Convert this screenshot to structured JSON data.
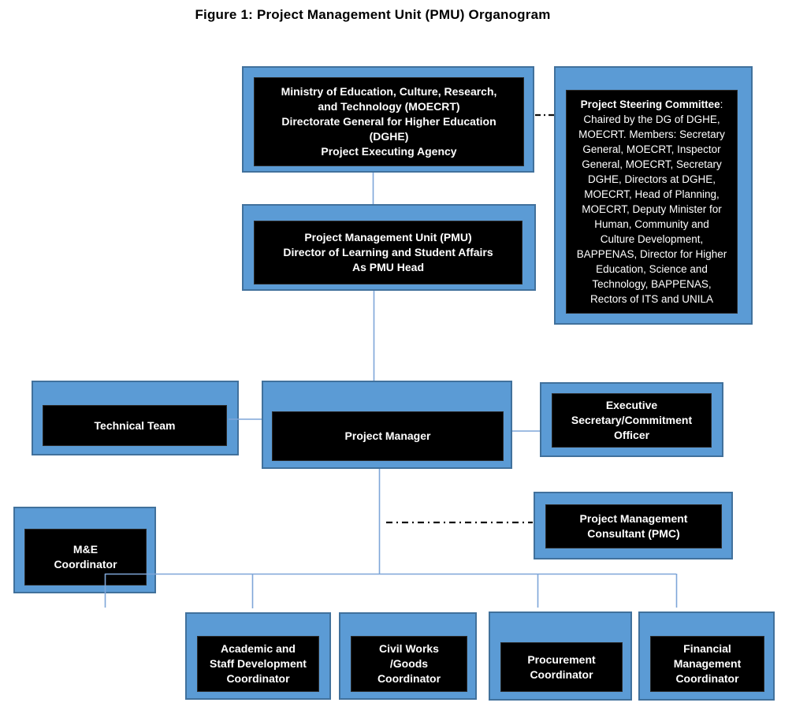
{
  "title": "Figure 1: Project Management Unit (PMU) Organogram",
  "colors": {
    "frame_fill": "#5b9bd5",
    "frame_border": "#41719c",
    "node_fill": "#000000",
    "node_text": "#ffffff",
    "connector": "#7ea6d8",
    "dash_connector": "#111111"
  },
  "nodes": {
    "moecrt": {
      "label": "Ministry of Education, Culture, Research,\nand Technology (MOECRT)\nDirectorate General for Higher Education\n(DGHE)\nProject Executing Agency"
    },
    "steering": {
      "title": "Project Steering Committee",
      "body": ":\nChaired by the DG of DGHE,\nMOECRT. Members: Secretary\nGeneral, MOECRT, Inspector\nGeneral, MOECRT, Secretary\nDGHE, Directors at DGHE,\nMOECRT, Head of Planning,\nMOECRT, Deputy Minister for\nHuman, Community and\nCulture Development,\nBAPPENAS, Director for Higher\nEducation, Science and\nTechnology, BAPPENAS,\nRectors of ITS and UNILA"
    },
    "pmu": {
      "label": "Project Management Unit (PMU)\nDirector of Learning and Student Affairs\nAs PMU Head"
    },
    "technical_team": {
      "label": "Technical Team"
    },
    "project_manager": {
      "label": "Project Manager"
    },
    "exec_secretary": {
      "label": "Executive\nSecretary/Commitment\nOfficer"
    },
    "me_coordinator": {
      "label": "M&E\nCoordinator"
    },
    "pmc": {
      "label": "Project Management\nConsultant (PMC)"
    },
    "academic_coordinator": {
      "label": "Academic and\nStaff Development\nCoordinator"
    },
    "civil_works_coordinator": {
      "label": "Civil Works\n/Goods\nCoordinator"
    },
    "procurement_coordinator": {
      "label": "Procurement\nCoordinator"
    },
    "financial_coordinator": {
      "label": "Financial\nManagement\nCoordinator"
    }
  }
}
